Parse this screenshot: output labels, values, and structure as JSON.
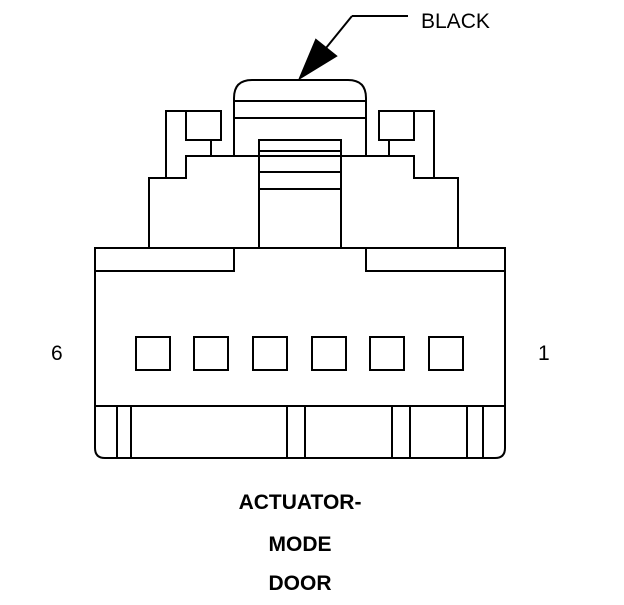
{
  "connector": {
    "color_label": "BLACK",
    "pin_left_label": "6",
    "pin_right_label": "1",
    "pin_count": 6,
    "caption_lines": [
      "ACTUATOR-",
      "MODE",
      "DOOR"
    ]
  },
  "colors": {
    "line": "#000000",
    "background": "#ffffff"
  }
}
